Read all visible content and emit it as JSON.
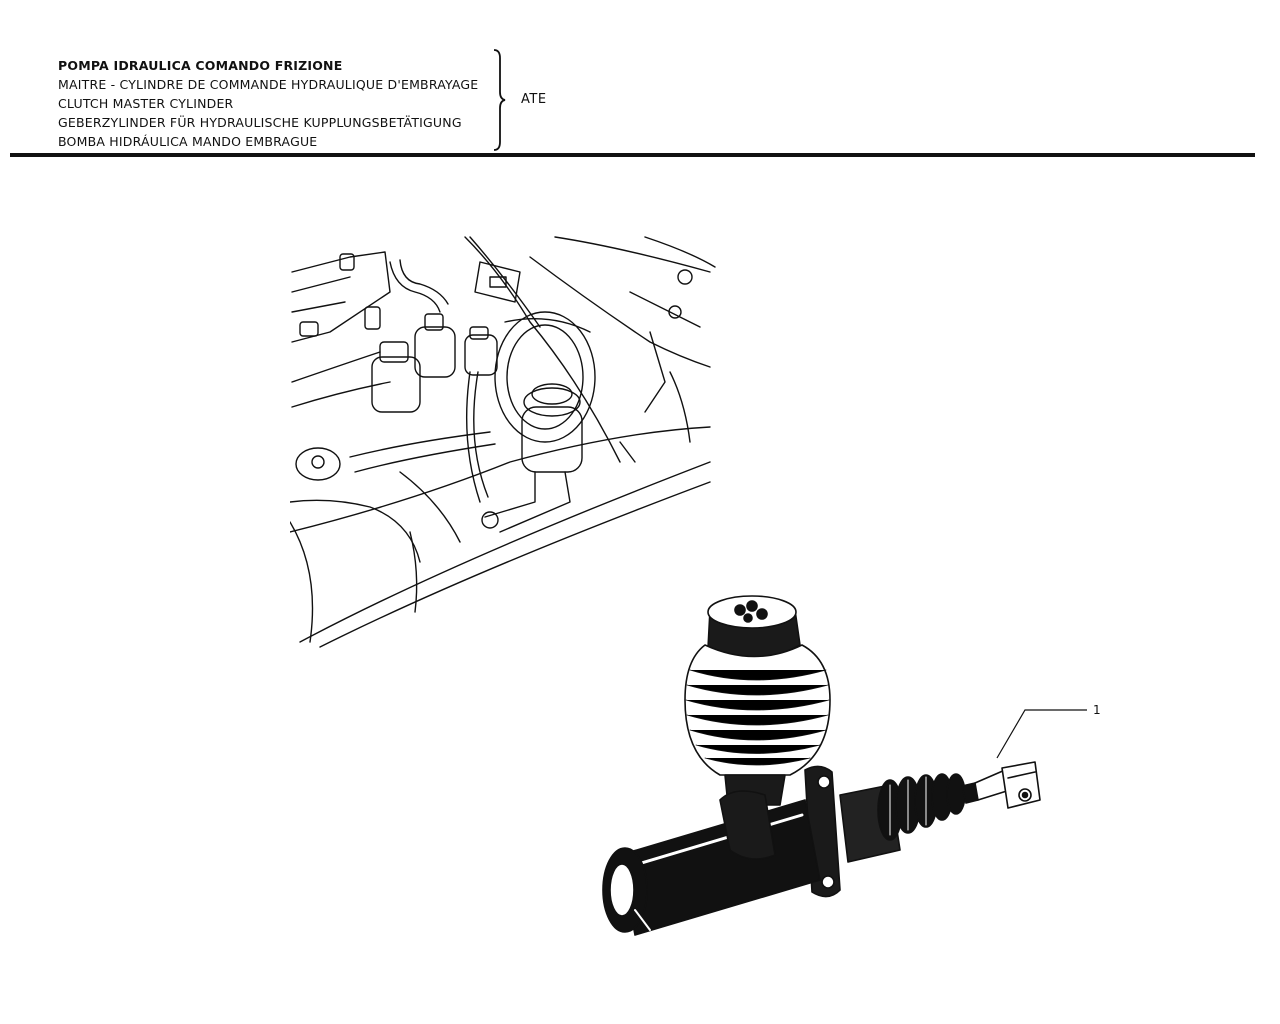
{
  "header": {
    "titles": [
      "POMPA IDRAULICA COMANDO FRIZIONE",
      "MAITRE - CYLINDRE DE COMMANDE HYDRAULIQUE D'EMBRAYAGE",
      "CLUTCH MASTER CYLINDER",
      "GEBERZYLINDER FÜR HYDRAULISCHE KUPPLUNGSBETÄTIGUNG",
      "BOMBA HIDRÁULICA MANDO EMBRAGUE"
    ],
    "manufacturer": "ATE"
  },
  "figure": {
    "callout": "1"
  },
  "colors": {
    "ink": "#111111",
    "paper": "#ffffff"
  }
}
